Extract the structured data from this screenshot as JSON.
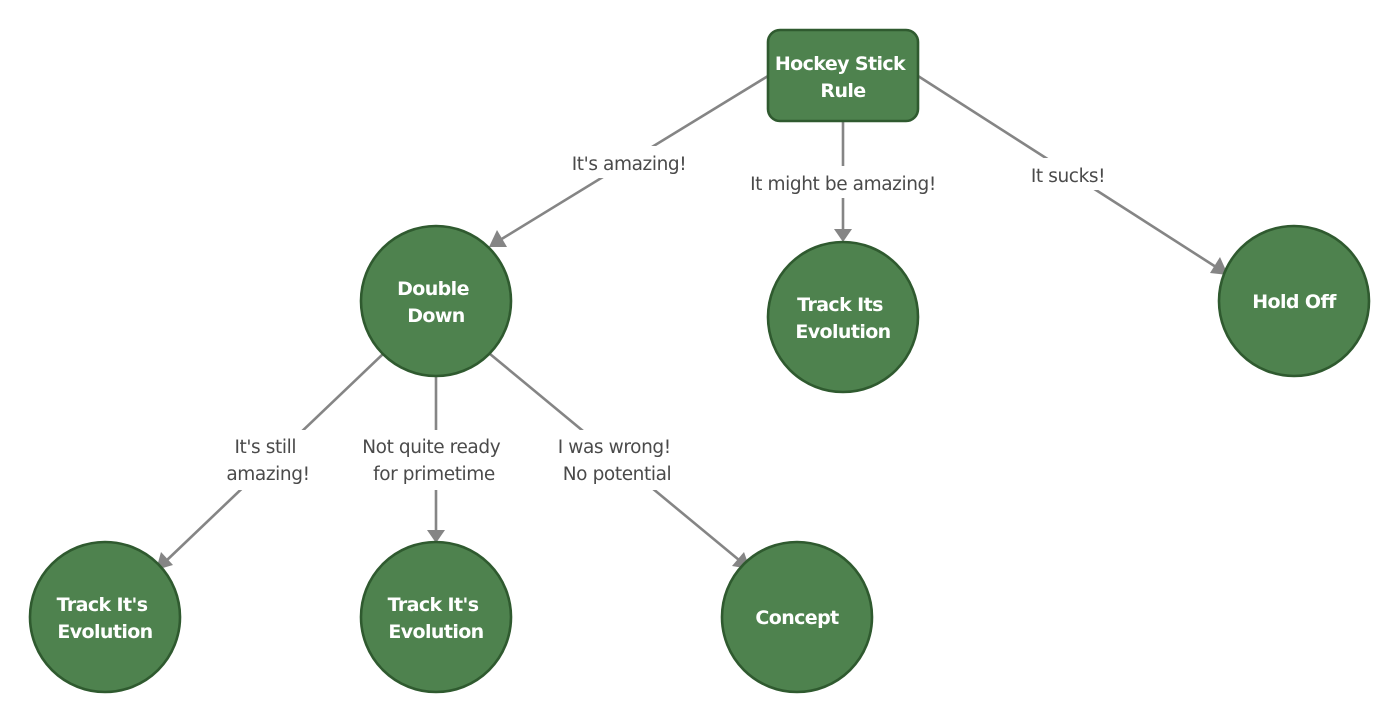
{
  "colors": {
    "node_fill": "#4e824e",
    "node_border": "#2f5a2f",
    "node_text": "#ffffff",
    "edge": "#858585",
    "edge_label_text": "#4a4a4a",
    "background": "#ffffff"
  },
  "nodes": {
    "root": {
      "lines": [
        "Hockey Stick",
        "Rule"
      ]
    },
    "double_down": {
      "lines": [
        "Double",
        "Down"
      ]
    },
    "track_its_evolution": {
      "lines": [
        "Track Its",
        "Evolution"
      ]
    },
    "hold_off": {
      "lines": [
        "Hold Off"
      ]
    },
    "track_it_s_evolution_1": {
      "lines": [
        "Track It's",
        "Evolution"
      ]
    },
    "track_it_s_evolution_2": {
      "lines": [
        "Track It's",
        "Evolution"
      ]
    },
    "concept": {
      "lines": [
        "Concept"
      ]
    }
  },
  "edges": {
    "root_to_double_down": {
      "lines": [
        "It's amazing!"
      ]
    },
    "root_to_track_its_evolution": {
      "lines": [
        "It might be amazing!"
      ]
    },
    "root_to_hold_off": {
      "lines": [
        "It sucks!"
      ]
    },
    "double_down_to_track_1": {
      "lines": [
        "It's still",
        "amazing!"
      ]
    },
    "double_down_to_track_2": {
      "lines": [
        "Not quite ready",
        "for primetime"
      ]
    },
    "double_down_to_concept": {
      "lines": [
        "I was wrong!",
        "No potential"
      ]
    }
  }
}
